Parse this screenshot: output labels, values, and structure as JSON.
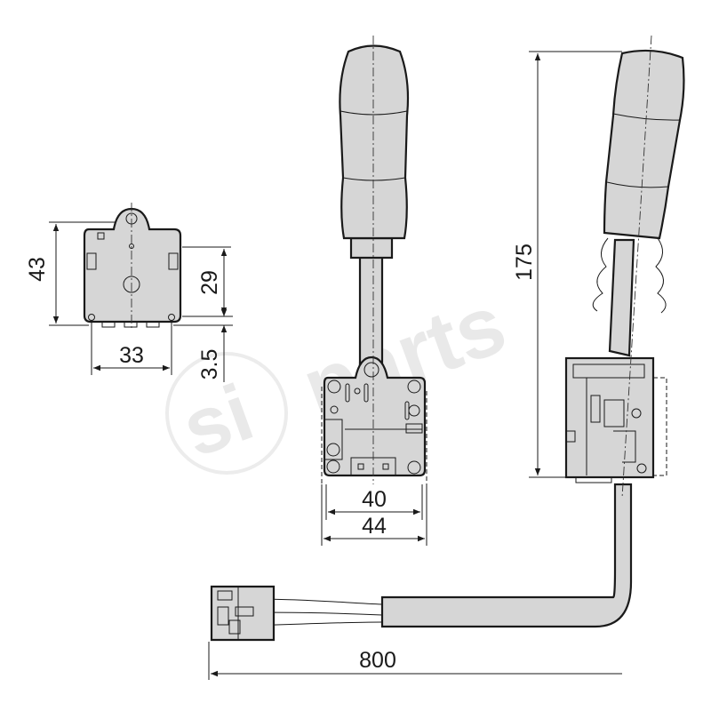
{
  "watermark": {
    "text_1": "si",
    "text_2": "parts"
  },
  "dimensions": {
    "side_view_height": "43",
    "side_view_inner_height": "29",
    "side_view_width": "33",
    "side_view_offset": "3.5",
    "front_inner_width": "40",
    "front_outer_width": "44",
    "overall_height": "175",
    "cable_length": "800"
  },
  "colors": {
    "part_fill": "#d6d6d6",
    "line": "#1a1a1a",
    "watermark": "#e9e9e9"
  }
}
